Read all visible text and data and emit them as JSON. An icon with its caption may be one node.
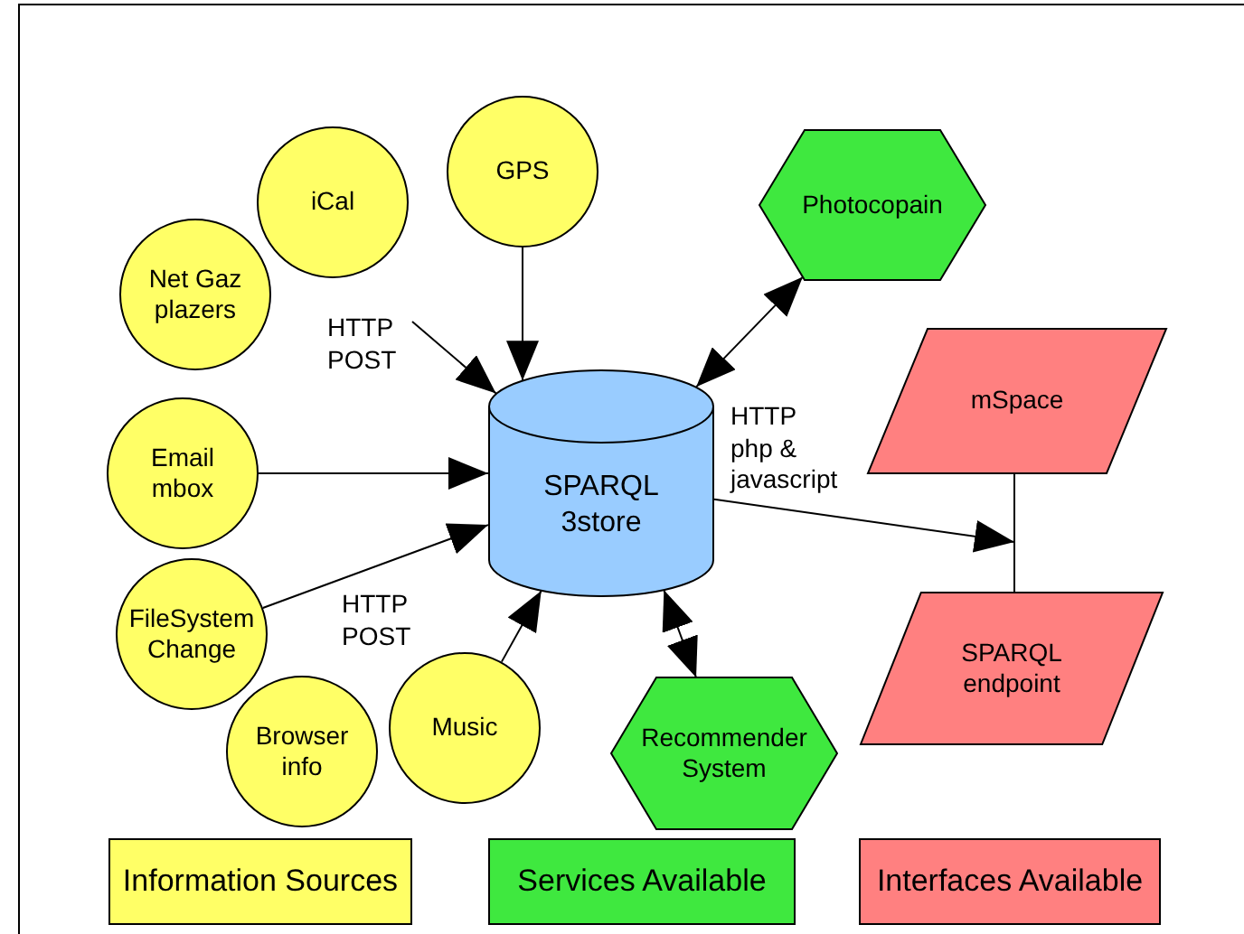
{
  "diagram": {
    "nodes": [
      {
        "text": [
          "GPS"
        ]
      },
      {
        "text": [
          "iCal"
        ]
      },
      {
        "text": [
          "Net Gaz plazers"
        ]
      },
      {
        "text": [
          "Email mbox"
        ]
      },
      {
        "text": [
          "FileSystem Change"
        ]
      },
      {
        "text": [
          "Browser info"
        ]
      },
      {
        "text": [
          "Music"
        ]
      },
      {
        "text": [
          "SPARQL 3store"
        ]
      },
      {
        "text": [
          "Photocopain"
        ]
      },
      {
        "text": [
          "mSpace"
        ]
      },
      {
        "text": [
          "SPARQL endpoint"
        ]
      },
      {
        "text": [
          "Recommender System"
        ]
      }
    ],
    "edges": [
      {
        "from": 0,
        "to": 7,
        "arrow": "to"
      },
      {
        "from": null,
        "to": 7,
        "arrow": "to",
        "label": "HTTP POST"
      },
      {
        "from": 3,
        "to": 7,
        "arrow": "to"
      },
      {
        "from": 4,
        "to": 7,
        "arrow": "to"
      },
      {
        "from": 6,
        "to": 7,
        "arrow": "to"
      },
      {
        "from": 7,
        "to": 8,
        "arrow": "both"
      },
      {
        "from": 7,
        "to": 11,
        "arrow": "both"
      },
      {
        "from": 7,
        "to": null,
        "arrow": "to",
        "label": "HTTP php & javascript"
      },
      {
        "from": 9,
        "to": 10,
        "arrow": "none"
      }
    ],
    "labels": [
      "HTTP POST"
    ],
    "legend": [
      {
        "text": "Information Sources",
        "color": "#ffff66"
      },
      {
        "text": "Services Available",
        "color": "#3fe83f"
      },
      {
        "text": "Interfaces Available",
        "color": "#ff8080"
      }
    ]
  }
}
